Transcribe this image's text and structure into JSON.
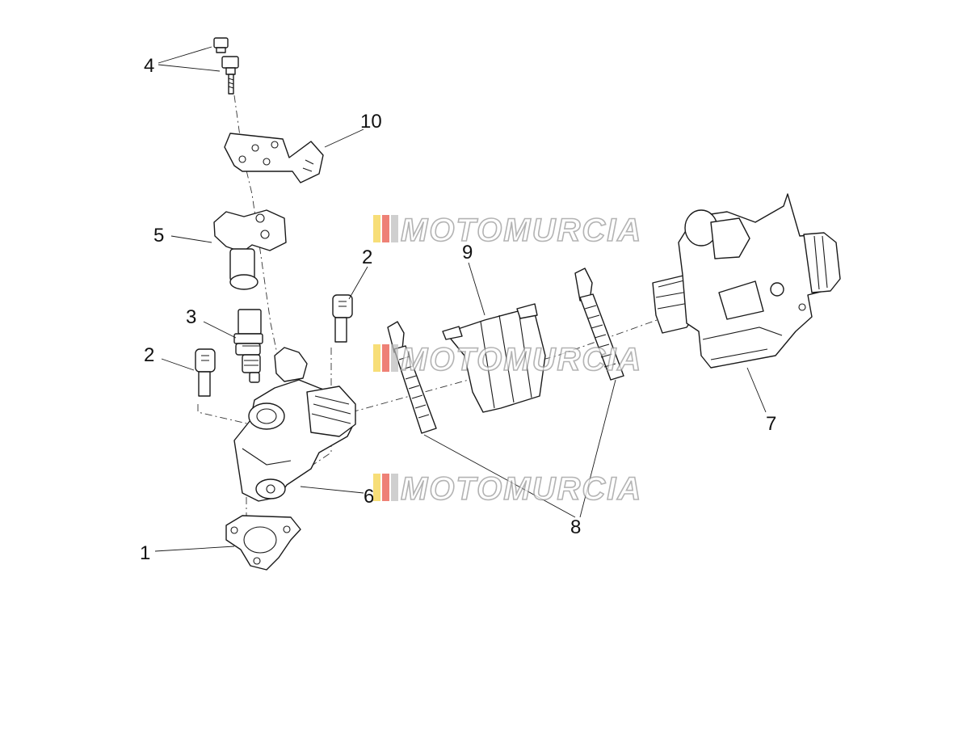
{
  "callouts": {
    "c1": "1",
    "c2a": "2",
    "c2b": "2",
    "c3": "3",
    "c4": "4",
    "c5": "5",
    "c6": "6",
    "c7": "7",
    "c8": "8",
    "c9": "9",
    "c10": "10"
  },
  "watermark": {
    "text": "MOTOMURCIA",
    "stripe_colors": [
      "#f4d03f",
      "#e74c3c",
      "#bbbbbb"
    ]
  },
  "colors": {
    "line": "#1a1a1a",
    "background": "#ffffff"
  }
}
